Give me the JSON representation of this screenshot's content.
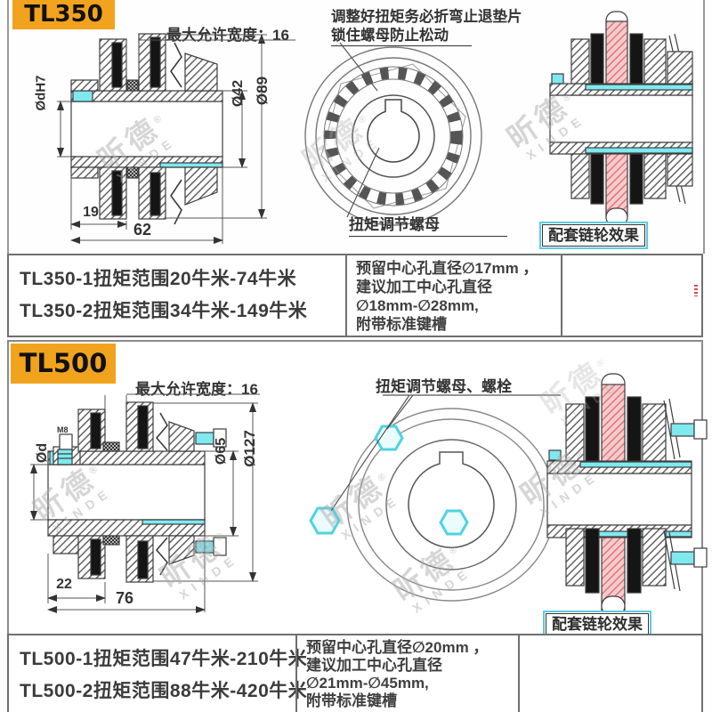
{
  "watermark": {
    "cn": "昕德",
    "reg": "®",
    "en": "XINDE"
  },
  "colors": {
    "header_bg": "#F2A31D",
    "cyan": "#7FE9EF",
    "pink": "#F6CBCE",
    "pink_line": "#D96A6A",
    "steel_hatch": "#4a4a4a",
    "border": "#6f6f6f"
  },
  "tl350": {
    "header": "TL350",
    "max_width_label": "最大允许宽度：16",
    "note_line1": "调整好扭矩务必折弯止退垫片",
    "note_line2": "锁住螺母防止松动",
    "nut_label": "扭矩调节螺母",
    "sprocket_box": "配套链轮效果",
    "dims": {
      "bore": "ØdH7",
      "outer": "Ø42",
      "flange": "Ø89",
      "len1": "19",
      "len2": "62"
    },
    "specs": [
      "TL350-1扭矩范围20牛米-74牛米",
      "TL350-2扭矩范围34牛米-149牛米"
    ],
    "hole_note": [
      "预留中心孔直径∅17mm ，",
      "建议加工中心孔直径",
      "∅18mm-∅28mm,",
      "附带标准键槽"
    ]
  },
  "tl500": {
    "header": "TL500",
    "max_width_label": "最大允许宽度：16",
    "note": "扭矩调节螺母、螺栓",
    "bolt_label": "M8",
    "sprocket_box": "配套链轮效果",
    "dims": {
      "bore": "Ød",
      "outer": "Ø65",
      "flange": "Ø127",
      "len1": "22",
      "len2": "76"
    },
    "specs": [
      "TL500-1扭矩范围47牛米-210牛米",
      "TL500-2扭矩范围88牛米-420牛米"
    ],
    "hole_note": [
      "预留中心孔直径∅20mm ，",
      "建议加工中心孔直径",
      "∅21mm-∅45mm,",
      "附带标准键槽"
    ]
  }
}
